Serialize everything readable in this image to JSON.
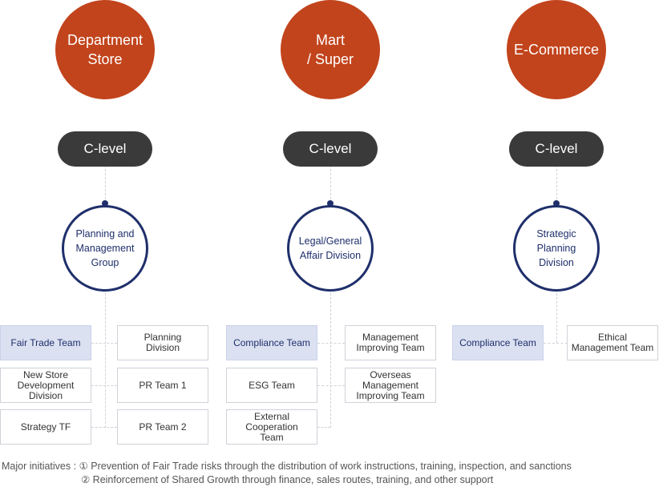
{
  "columns": [
    {
      "business": "Department\nStore",
      "clevel": "C-level",
      "division": "Planning and\nManagement\nGroup",
      "teams": [
        {
          "label": "Fair Trade Team",
          "highlight": true
        },
        {
          "label": "Planning\nDivision",
          "highlight": false
        },
        {
          "label": "New Store\nDevelopment\nDivision",
          "highlight": false
        },
        {
          "label": "PR Team 1",
          "highlight": false
        },
        {
          "label": "Strategy TF",
          "highlight": false
        },
        {
          "label": "PR Team 2",
          "highlight": false
        }
      ]
    },
    {
      "business": "Mart\n/ Super",
      "clevel": "C-level",
      "division": "Legal/General\nAffair Division",
      "teams": [
        {
          "label": "Compliance Team",
          "highlight": true
        },
        {
          "label": "Management\nImproving Team",
          "highlight": false
        },
        {
          "label": "ESG Team",
          "highlight": false
        },
        {
          "label": "Overseas\nManagement\nImproving Team",
          "highlight": false
        },
        {
          "label": "External\nCooperation\nTeam",
          "highlight": false
        }
      ]
    },
    {
      "business": "E-Commerce",
      "clevel": "C-level",
      "division": "Strategic\nPlanning\nDivision",
      "teams": [
        {
          "label": "Compliance Team",
          "highlight": true
        },
        {
          "label": "Ethical\nManagement Team",
          "highlight": false
        }
      ]
    }
  ],
  "notes": {
    "prefix": "Major initiatives : ",
    "item1": "① Prevention of Fair Trade risks through the distribution of work instructions, training, inspection, and sanctions",
    "item2": "② Reinforcement of Shared Growth through finance, sales routes, training, and other support"
  },
  "colors": {
    "business_circle": "#c2441c",
    "clevel_pill": "#3a3a3a",
    "division_ring": "#1f2f6b",
    "highlight_box": "#dbe1f1",
    "box_border": "#cfd2d8"
  }
}
